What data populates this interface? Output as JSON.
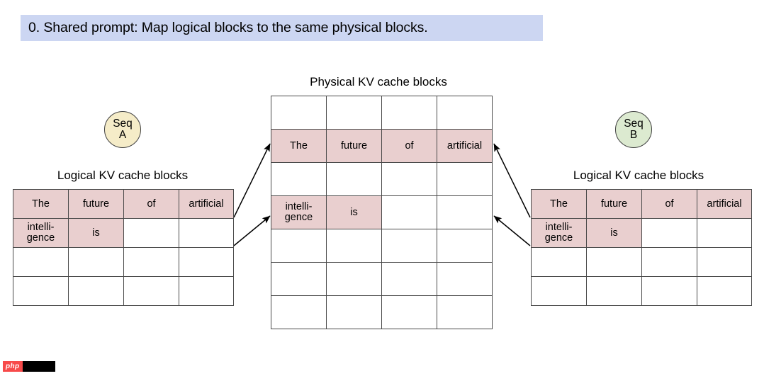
{
  "banner": {
    "text": "0. Shared prompt: Map logical blocks to the same physical blocks.",
    "bg_color": "#ccd6f2"
  },
  "colors": {
    "filled_cell": "#e9cfcf",
    "seq_a_circle": "#f5ecc8",
    "seq_b_circle": "#dcead0",
    "grid_line": "#4a4a4a",
    "banner": "#ccd6f2"
  },
  "left": {
    "seq_label_line1": "Seq",
    "seq_label_line2": "A",
    "caption": "Logical KV cache blocks",
    "table": {
      "rows": [
        [
          {
            "text": "The",
            "filled": true
          },
          {
            "text": "future",
            "filled": true
          },
          {
            "text": "of",
            "filled": true
          },
          {
            "text": "artificial",
            "filled": true
          }
        ],
        [
          {
            "text": "intelli-\ngence",
            "filled": true
          },
          {
            "text": "is",
            "filled": true
          },
          {
            "text": "",
            "filled": false
          },
          {
            "text": "",
            "filled": false
          }
        ],
        [
          {
            "text": "",
            "filled": false
          },
          {
            "text": "",
            "filled": false
          },
          {
            "text": "",
            "filled": false
          },
          {
            "text": "",
            "filled": false
          }
        ],
        [
          {
            "text": "",
            "filled": false
          },
          {
            "text": "",
            "filled": false
          },
          {
            "text": "",
            "filled": false
          },
          {
            "text": "",
            "filled": false
          }
        ]
      ]
    }
  },
  "right": {
    "seq_label_line1": "Seq",
    "seq_label_line2": "B",
    "caption": "Logical KV cache blocks",
    "table": {
      "rows": [
        [
          {
            "text": "The",
            "filled": true
          },
          {
            "text": "future",
            "filled": true
          },
          {
            "text": "of",
            "filled": true
          },
          {
            "text": "artificial",
            "filled": true
          }
        ],
        [
          {
            "text": "intelli-\ngence",
            "filled": true
          },
          {
            "text": "is",
            "filled": true
          },
          {
            "text": "",
            "filled": false
          },
          {
            "text": "",
            "filled": false
          }
        ],
        [
          {
            "text": "",
            "filled": false
          },
          {
            "text": "",
            "filled": false
          },
          {
            "text": "",
            "filled": false
          },
          {
            "text": "",
            "filled": false
          }
        ],
        [
          {
            "text": "",
            "filled": false
          },
          {
            "text": "",
            "filled": false
          },
          {
            "text": "",
            "filled": false
          },
          {
            "text": "",
            "filled": false
          }
        ]
      ]
    }
  },
  "physical": {
    "caption": "Physical KV cache blocks",
    "table": {
      "rows": [
        [
          {
            "text": "",
            "filled": false
          },
          {
            "text": "",
            "filled": false
          },
          {
            "text": "",
            "filled": false
          },
          {
            "text": "",
            "filled": false
          }
        ],
        [
          {
            "text": "The",
            "filled": true
          },
          {
            "text": "future",
            "filled": true
          },
          {
            "text": "of",
            "filled": true
          },
          {
            "text": "artificial",
            "filled": true
          }
        ],
        [
          {
            "text": "",
            "filled": false
          },
          {
            "text": "",
            "filled": false
          },
          {
            "text": "",
            "filled": false
          },
          {
            "text": "",
            "filled": false
          }
        ],
        [
          {
            "text": "intelli-\ngence",
            "filled": true
          },
          {
            "text": "is",
            "filled": true
          },
          {
            "text": "",
            "filled": false
          },
          {
            "text": "",
            "filled": false
          }
        ],
        [
          {
            "text": "",
            "filled": false
          },
          {
            "text": "",
            "filled": false
          },
          {
            "text": "",
            "filled": false
          },
          {
            "text": "",
            "filled": false
          }
        ],
        [
          {
            "text": "",
            "filled": false
          },
          {
            "text": "",
            "filled": false
          },
          {
            "text": "",
            "filled": false
          },
          {
            "text": "",
            "filled": false
          }
        ],
        [
          {
            "text": "",
            "filled": false
          },
          {
            "text": "",
            "filled": false
          },
          {
            "text": "",
            "filled": false
          },
          {
            "text": "",
            "filled": false
          }
        ]
      ]
    }
  },
  "watermark": {
    "label": "php"
  }
}
